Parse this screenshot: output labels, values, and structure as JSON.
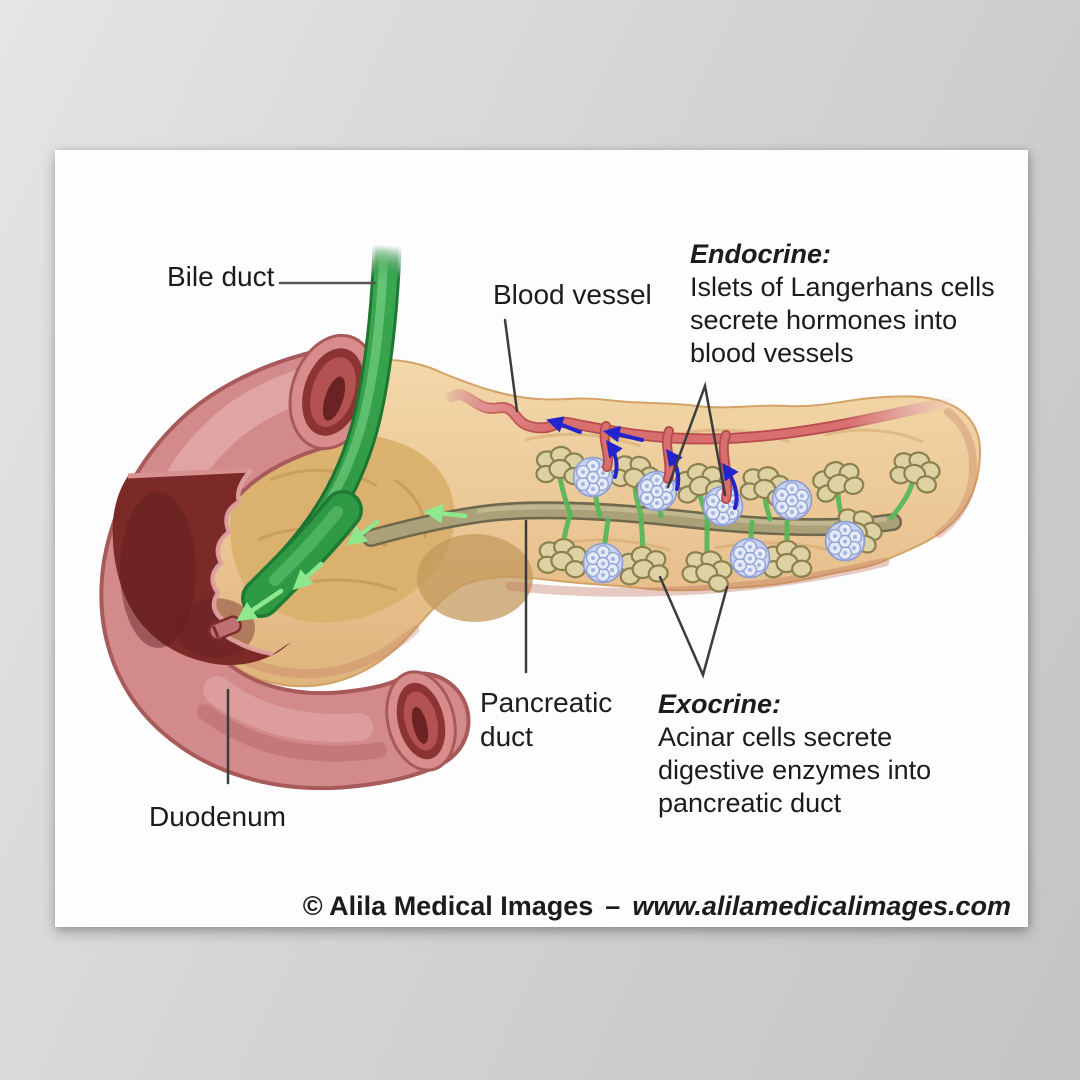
{
  "poster": {
    "labels": {
      "bile_duct": "Bile duct",
      "blood_vessel": "Blood vessel",
      "pancreatic_duct_lines": [
        "Pancreatic",
        "duct"
      ],
      "duodenum": "Duodenum"
    },
    "endocrine": {
      "title": "Endocrine:",
      "lines": [
        "Islets of Langerhans cells",
        "secrete hormones into",
        "blood vessels"
      ]
    },
    "exocrine": {
      "title": "Exocrine:",
      "lines": [
        "Acinar cells secrete",
        "digestive enzymes into",
        "pancreatic duct"
      ]
    },
    "credit": {
      "name": "© Alila Medical Images",
      "separator": "–",
      "url": "www.alilamedicalimages.com"
    }
  },
  "colors": {
    "pancreas": "#ecc795",
    "pancreas_head": "#d9b06c",
    "duodenum": "#d28a8a",
    "duodenum_interior": "#7b2a28",
    "bile_duct_green": "#34a04a",
    "pancreatic_duct_olive": "#aba179",
    "islet_blue": "#c9d3f2",
    "acinus_tan": "#ded2a2",
    "blood_vessel_red": "#d06060",
    "arrow_blue": "#2424cc",
    "arrow_light_green": "#86e886",
    "label_text": "#1c1c1c"
  }
}
